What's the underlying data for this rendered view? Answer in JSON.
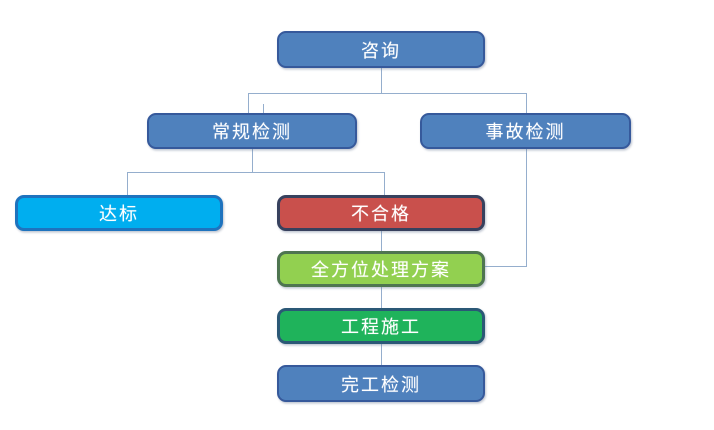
{
  "diagram": {
    "type": "flowchart",
    "background": "#ffffff",
    "connector_color": "#95aecd",
    "nodes": {
      "consult": {
        "label": "咨询",
        "fill": "#4f81bd",
        "border": "#36599b",
        "text_color": "#ffffff"
      },
      "regular_test": {
        "label": "常规检测",
        "fill": "#4f81bd",
        "border": "#36599b",
        "text_color": "#ffffff"
      },
      "accident_test": {
        "label": "事故检测",
        "fill": "#4f81bd",
        "border": "#36599b",
        "text_color": "#ffffff"
      },
      "pass": {
        "label": "达标",
        "fill": "#00aeef",
        "border": "#1e73be",
        "text_color": "#ffffff"
      },
      "fail": {
        "label": "不合格",
        "fill": "#c9504c",
        "border": "#37415e",
        "text_color": "#ffffff"
      },
      "plan": {
        "label": "全方位处理方案",
        "fill": "#92d050",
        "border": "#4e7550",
        "text_color": "#ffffff"
      },
      "construction": {
        "label": "工程施工",
        "fill": "#1fb35b",
        "border": "#2b5876",
        "text_color": "#ffffff"
      },
      "completion": {
        "label": "完工检测",
        "fill": "#4f81bd",
        "border": "#36599b",
        "text_color": "#ffffff"
      }
    },
    "edges": [
      {
        "from": "consult",
        "to": "regular_test"
      },
      {
        "from": "consult",
        "to": "accident_test"
      },
      {
        "from": "regular_test",
        "to": "pass"
      },
      {
        "from": "regular_test",
        "to": "fail"
      },
      {
        "from": "fail",
        "to": "plan"
      },
      {
        "from": "accident_test",
        "to": "plan"
      },
      {
        "from": "plan",
        "to": "construction"
      },
      {
        "from": "construction",
        "to": "completion"
      }
    ]
  }
}
